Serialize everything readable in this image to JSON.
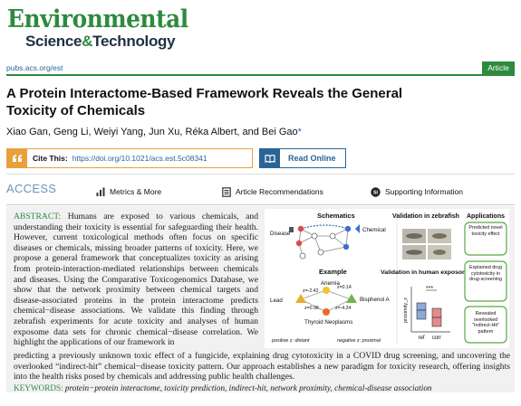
{
  "journal": {
    "logo_line1": "Environmental",
    "logo_line2_a": "Science",
    "logo_line2_amp": "&",
    "logo_line2_b": "Technology",
    "url": "pubs.acs.org/est",
    "article_type": "Article",
    "brand_color": "#2e8a3e"
  },
  "article": {
    "title": "A Protein Interactome-Based Framework Reveals the General Toxicity of Chemicals",
    "authors": "Xiao Gan, Geng Li, Weiyi Yang, Jun Xu, Réka Albert, and Bei Gao",
    "corresponding_mark": "*"
  },
  "actions": {
    "cite_label": "Cite This:",
    "cite_link": "https://doi.org/10.1021/acs.est.5c08341",
    "read_online": "Read Online",
    "cite_icon": "quote-icon",
    "read_icon": "book-open-icon"
  },
  "access": {
    "label": "ACCESS",
    "metrics": "Metrics & More",
    "recommendations": "Article Recommendations",
    "supporting": "Supporting Information",
    "metrics_icon": "bar-chart-icon",
    "recommendations_icon": "document-icon",
    "supporting_icon": "si-circle-icon"
  },
  "abstract": {
    "head": "ABSTRACT:",
    "body_col": "Humans are exposed to various chemicals, and understanding their toxicity is essential for safeguarding their health. However, current toxicological methods often focus on specific diseases or chemicals, missing broader patterns of toxicity. Here, we propose a general framework that conceptualizes toxicity as arising from protein-interaction-mediated relationships between chemicals and diseases. Using the Comparative Toxicogenomics Database, we show that the network proximity between chemical targets and disease-associated proteins in the protein interactome predicts chemical−disease associations. We validate this finding through zebrafish experiments for acute toxicity and analyses of human exposome data sets for chronic chemical−disease correlation. We highlight the applications of our framework in",
    "body_full": "predicting a previously unknown toxic effect of a fungicide, explaining drug cytotoxicity in a COVID drug screening, and uncovering the overlooked “indirect-hit” chemical−disease toxicity pattern. Our approach establishes a new paradigm for toxicity research, offering insights into the health risks posed by chemicals and addressing public health challenges.",
    "keywords_head": "KEYWORDS:",
    "keywords": "protein−protein interactome, toxicity prediction, indirect-hit, network proximity, chemical-disease association"
  },
  "graphic": {
    "schematics_title": "Schematics",
    "disease_label": "Disease",
    "chemical_label": "Chemical",
    "example_title": "Example",
    "anemia": "Anemia",
    "lead": "Lead",
    "bisphenol": "Bisphenol A",
    "thyroid": "Thyroid Neoplasms",
    "z1": "z=-2.42",
    "z2": "z=0.14",
    "z3": "z=0.98",
    "z4": "z=-4.24",
    "legend_pos": "positive z: distant",
    "legend_neg": "negative z: proximal",
    "validation_zebrafish": "Validation in zebrafish",
    "validation_human": "Validation in human exposome",
    "significance": "***",
    "y_axis": "proximity_z",
    "x_ref": "ref",
    "x_corr": "corr",
    "applications_title": "Applications",
    "app1": "Predicted novel toxicity effect",
    "app2": "Explained drug cytotoxicity in drug-screening",
    "app3": "Revealed overlooked “Indirect-Hit” pattern"
  }
}
